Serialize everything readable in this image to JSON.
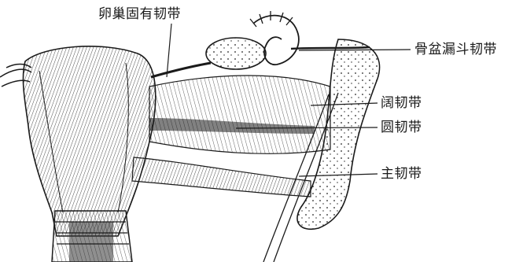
{
  "labels": {
    "ovarian_ligament": "卵巢固有韧带",
    "infundibulopelvic_ligament": "骨盆漏斗韧带",
    "broad_ligament": "阔韧带",
    "round_ligament": "圆韧带",
    "cardinal_ligament": "主韧带"
  },
  "colors": {
    "ink": "#1a1a1a",
    "background": "#ffffff"
  }
}
